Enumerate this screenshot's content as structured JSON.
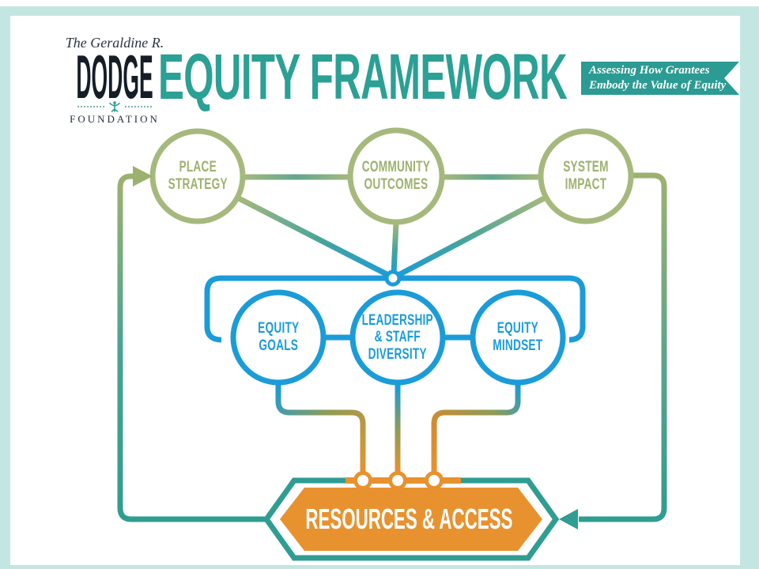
{
  "logo": {
    "eyebrow": "The Geraldine R.",
    "name": "DODGE",
    "foundation": "FOUNDATION"
  },
  "header": {
    "title": "EQUITY FRAMEWORK",
    "ribbon": {
      "line1": "Assessing How Grantees",
      "line2": "Embody the Value of Equity"
    }
  },
  "diagram": {
    "outcome_circles": [
      {
        "line1": "PLACE",
        "line2": "STRATEGY"
      },
      {
        "line1": "COMMUNITY",
        "line2": "OUTCOMES"
      },
      {
        "line1": "SYSTEM",
        "line2": "IMPACT"
      }
    ],
    "practice_circles": [
      {
        "line1": "EQUITY",
        "line2": "GOALS"
      },
      {
        "line1": "LEADERSHIP",
        "line2": "& STAFF",
        "line3": "DIVERSITY"
      },
      {
        "line1": "EQUITY",
        "line2": "MINDSET"
      }
    ],
    "hexagon_label": "RESOURCES & ACCESS",
    "colors": {
      "olive_green": "#a6b97c",
      "olive_text": "#9db26e",
      "blue": "#1b9cd8",
      "teal_loop": "#2f9d92",
      "orange": "#e8922f",
      "title_teal": "#2ba094",
      "ribbon_teal": "#2b9b93",
      "mint_frame": "#c4e6e2",
      "logo_navy": "#141d28"
    }
  }
}
